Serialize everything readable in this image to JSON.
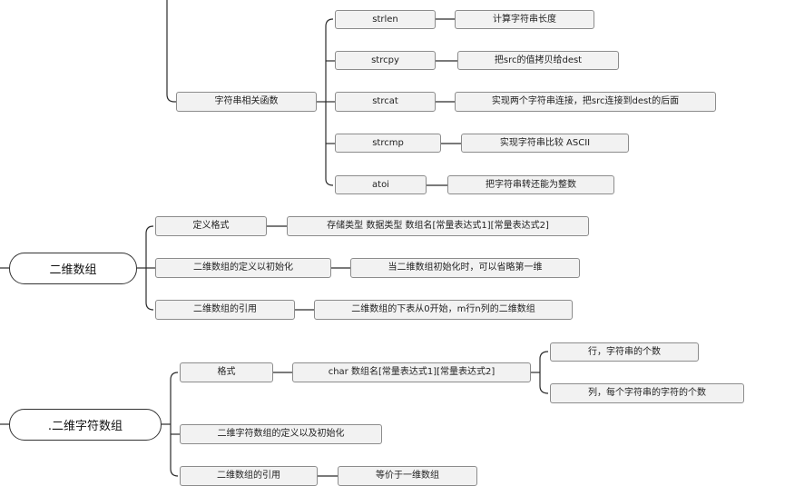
{
  "string_functions": {
    "label": "字符串相关函数",
    "items": [
      {
        "name": "strlen",
        "desc": "计算字符串长度"
      },
      {
        "name": "strcpy",
        "desc": "把src的值拷贝给dest"
      },
      {
        "name": "strcat",
        "desc": "实现两个字符串连接，把src连接到dest的后面"
      },
      {
        "name": "strcmp",
        "desc": "实现字符串比较  ASCII"
      },
      {
        "name": "atoi",
        "desc": "把字符串转还能为整数"
      }
    ]
  },
  "two_dim_array": {
    "root": "二维数组",
    "format_label": "定义格式",
    "format_desc": "存储类型   数据类型  数组名[常量表达式1][常量表达式2]",
    "init_label": "二维数组的定义以初始化",
    "init_desc": "当二维数组初始化时，可以省略第一维",
    "ref_label": "二维数组的引用",
    "ref_desc": "二维数组的下表从0开始，m行n列的二维数组"
  },
  "two_dim_char_array": {
    "root": ".二维字符数组",
    "format_label": "格式",
    "format_desc": "char 数组名[常量表达式1][常量表达式2]",
    "rows_desc": "行，字符串的个数",
    "cols_desc": "列，每个字符串的字符的个数",
    "init_label": "二维字符数组的定义以及初始化",
    "ref_label": "二维数组的引用",
    "ref_desc": "等价于一维数组"
  }
}
